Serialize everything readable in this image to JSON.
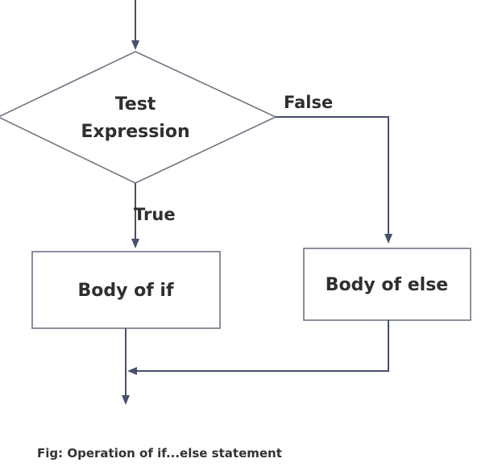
{
  "diagram": {
    "decision": {
      "line1": "Test",
      "line2": "Expression"
    },
    "edges": {
      "false_label": "False",
      "true_label": "True"
    },
    "boxes": {
      "if_body": "Body of if",
      "else_body": "Body of else"
    },
    "caption": "Fig: Operation of if...else statement",
    "colors": {
      "line": "#46506a",
      "border": "#6e7584",
      "text": "#2f2f2f"
    }
  }
}
